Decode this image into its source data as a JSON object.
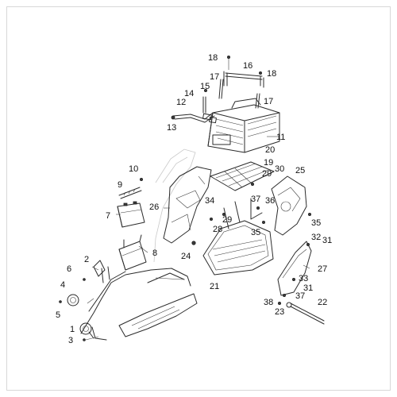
{
  "labels": {
    "l1": "1",
    "l2": "2",
    "l3": "3",
    "l4": "4",
    "l5": "5",
    "l6": "6",
    "l7": "7",
    "l8": "8",
    "l9": "9",
    "l10": "10",
    "l11": "11",
    "l12": "12",
    "l13": "13",
    "l14": "14",
    "l15": "15",
    "l16": "16",
    "l17a": "17",
    "l17b": "17",
    "l18a": "18",
    "l18b": "18",
    "l19": "19",
    "l20": "20",
    "l21": "21",
    "l22": "22",
    "l23": "23",
    "l24": "24",
    "l25": "25",
    "l26": "26",
    "l27": "27",
    "l28": "28",
    "l29a": "29",
    "l29b": "29",
    "l30": "30",
    "l31a": "31",
    "l31b": "31",
    "l32": "32",
    "l33": "33",
    "l34": "34",
    "l35a": "35",
    "l35b": "35",
    "l36": "36",
    "l37a": "37",
    "l37b": "37",
    "l38": "38"
  },
  "colors": {
    "line": "#2b2b2b",
    "frame": "#d8d8d8",
    "ghost": "#c9c9c9"
  }
}
